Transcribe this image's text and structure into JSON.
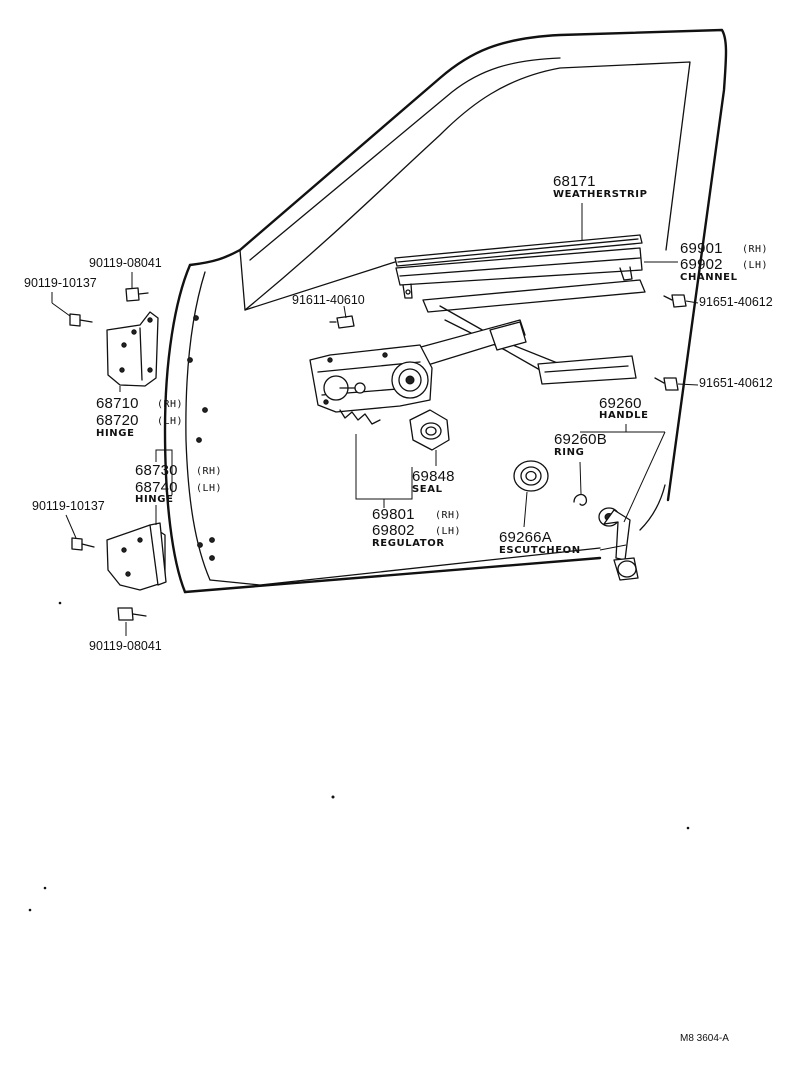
{
  "parts": {
    "weatherstrip": {
      "number": "68171",
      "name": "WEATHERSTRIP"
    },
    "channel": {
      "number_rh": "69901",
      "side_rh": "(RH)",
      "number_lh": "69902",
      "side_lh": "(LH)",
      "name": "CHANNEL"
    },
    "bolt_channel_upper": {
      "number": "91651-40612"
    },
    "bolt_channel_lower": {
      "number": "91651-40612"
    },
    "bolt_regulator": {
      "number": "91611-40610"
    },
    "handle": {
      "number": "69260",
      "name": "HANDLE"
    },
    "ring": {
      "number": "69260B",
      "name": "RING"
    },
    "seal": {
      "number": "69848",
      "name": "SEAL"
    },
    "escutcheon": {
      "number": "69266A",
      "name": "ESCUTCHEON"
    },
    "regulator": {
      "number_rh": "69801",
      "side_rh": "(RH)",
      "number_lh": "69802",
      "side_lh": "(LH)",
      "name": "REGULATOR"
    },
    "upper_hinge": {
      "number_rh": "68710",
      "side_rh": "(RH)",
      "number_lh": "68720",
      "side_lh": "(LH)",
      "name": "HINGE"
    },
    "lower_hinge": {
      "number_rh": "68730",
      "side_rh": "(RH)",
      "number_lh": "68740",
      "side_lh": "(LH)",
      "name": "HINGE"
    },
    "upper_hinge_bolt_a": {
      "number": "90119-08041"
    },
    "upper_hinge_bolt_b": {
      "number": "90119-10137"
    },
    "lower_hinge_bolt_a": {
      "number": "90119-10137"
    },
    "lower_hinge_bolt_b": {
      "number": "90119-08041"
    }
  },
  "figure_code": "M8 3604-A"
}
